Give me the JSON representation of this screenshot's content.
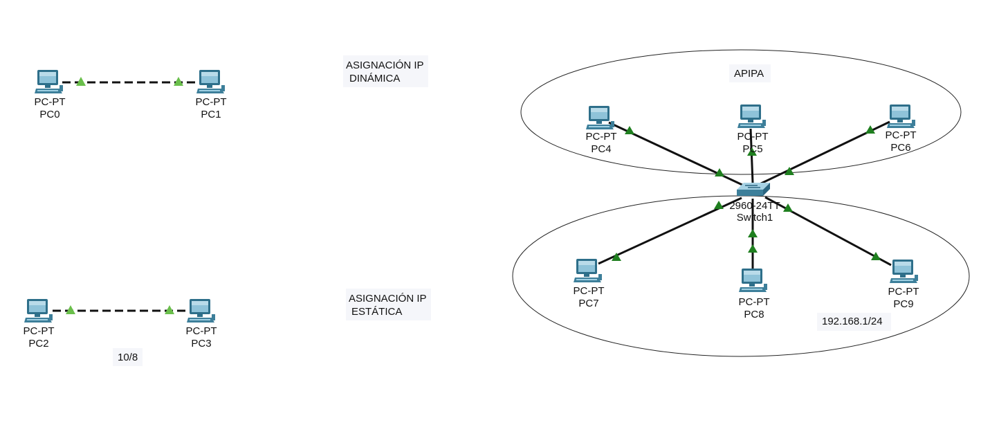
{
  "notes": {
    "dynamic_line1": "ASIGNACIÓN IP",
    "dynamic_line2": "DINÁMICA",
    "static_line1": "ASIGNACIÓN IP",
    "static_line2": "ESTÁTICA",
    "apipa": "APIPA",
    "subnet_10": "10/8",
    "subnet_192": "192.168.1/24"
  },
  "devices": {
    "pc0": {
      "model": "PC-PT",
      "name": "PC0"
    },
    "pc1": {
      "model": "PC-PT",
      "name": "PC1"
    },
    "pc2": {
      "model": "PC-PT",
      "name": "PC2"
    },
    "pc3": {
      "model": "PC-PT",
      "name": "PC3"
    },
    "pc4": {
      "model": "PC-PT",
      "name": "PC4"
    },
    "pc5": {
      "model": "PC-PT",
      "name": "PC5"
    },
    "pc6": {
      "model": "PC-PT",
      "name": "PC6"
    },
    "pc7": {
      "model": "PC-PT",
      "name": "PC7"
    },
    "pc8": {
      "model": "PC-PT",
      "name": "PC8"
    },
    "pc9": {
      "model": "PC-PT",
      "name": "PC9"
    },
    "switch1": {
      "model": "2960-24TT",
      "name": "Switch1"
    }
  },
  "colors": {
    "link_up": "#1f8a1f",
    "crossover_marker": "#6abf4b",
    "pc_body": "#3d7f9a",
    "switch_body": "#4d8fac"
  }
}
